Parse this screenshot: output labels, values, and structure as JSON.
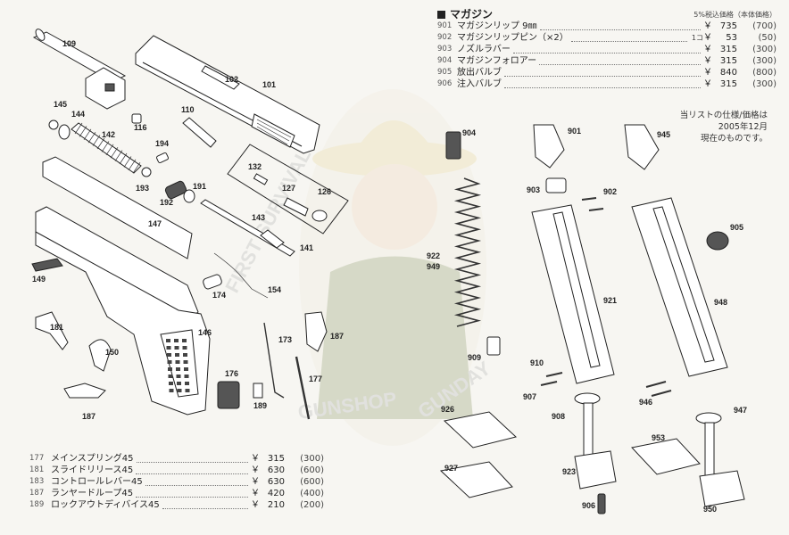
{
  "magazine_section": {
    "title": "マガジン",
    "tax_note": "5%税込価格（本体価格）",
    "items": [
      {
        "number": "901",
        "name": "マガジンリップ 9㎜",
        "qty": "",
        "price": "735",
        "pre_tax": "(700)"
      },
      {
        "number": "902",
        "name": "マガジンリップピン（×2）",
        "qty": "1コ",
        "price": "53",
        "pre_tax": "(50)"
      },
      {
        "number": "903",
        "name": "ノズルラバー",
        "qty": "",
        "price": "315",
        "pre_tax": "(300)"
      },
      {
        "number": "904",
        "name": "マガジンフォロアー",
        "qty": "",
        "price": "315",
        "pre_tax": "(300)"
      },
      {
        "number": "905",
        "name": "放出バルブ",
        "qty": "",
        "price": "840",
        "pre_tax": "(800)"
      },
      {
        "number": "906",
        "name": "注入バルブ",
        "qty": "",
        "price": "315",
        "pre_tax": "(300)"
      }
    ],
    "spec_note": [
      "当リストの仕様/価格は",
      "2005年12月",
      "現在のものです。"
    ]
  },
  "parts_list": [
    {
      "number": "177",
      "name": "メインスプリング45",
      "price": "315",
      "pre_tax": "(300)"
    },
    {
      "number": "181",
      "name": "スライドリリース45",
      "price": "630",
      "pre_tax": "(600)"
    },
    {
      "number": "183",
      "name": "コントロールレバー45",
      "price": "630",
      "pre_tax": "(600)"
    },
    {
      "number": "187",
      "name": "ランヤードループ45",
      "price": "420",
      "pre_tax": "(400)"
    },
    {
      "number": "189",
      "name": "ロックアウトディバイス45",
      "price": "210",
      "pre_tax": "(200)"
    }
  ],
  "currency_symbol": "￥",
  "callouts": [
    "109",
    "102",
    "101",
    "110",
    "145",
    "144",
    "116",
    "142",
    "194",
    "193",
    "192",
    "191",
    "132",
    "127",
    "126",
    "143",
    "141",
    "147",
    "149",
    "174",
    "154",
    "146",
    "181",
    "150",
    "187",
    "176",
    "173",
    "187",
    "189",
    "177",
    "904",
    "901",
    "945",
    "903",
    "902",
    "905",
    "922",
    "949",
    "921",
    "948",
    "909",
    "910",
    "907",
    "908",
    "946",
    "947",
    "926",
    "953",
    "927",
    "923",
    "950",
    "906"
  ],
  "watermark": {
    "text": "FIRST SURVIVAL GUNSHOP GUNDAY STAFF",
    "colors": {
      "hat": "#e9dca6",
      "uniform": "#9aa57a",
      "face": "#f1d9c0"
    }
  }
}
